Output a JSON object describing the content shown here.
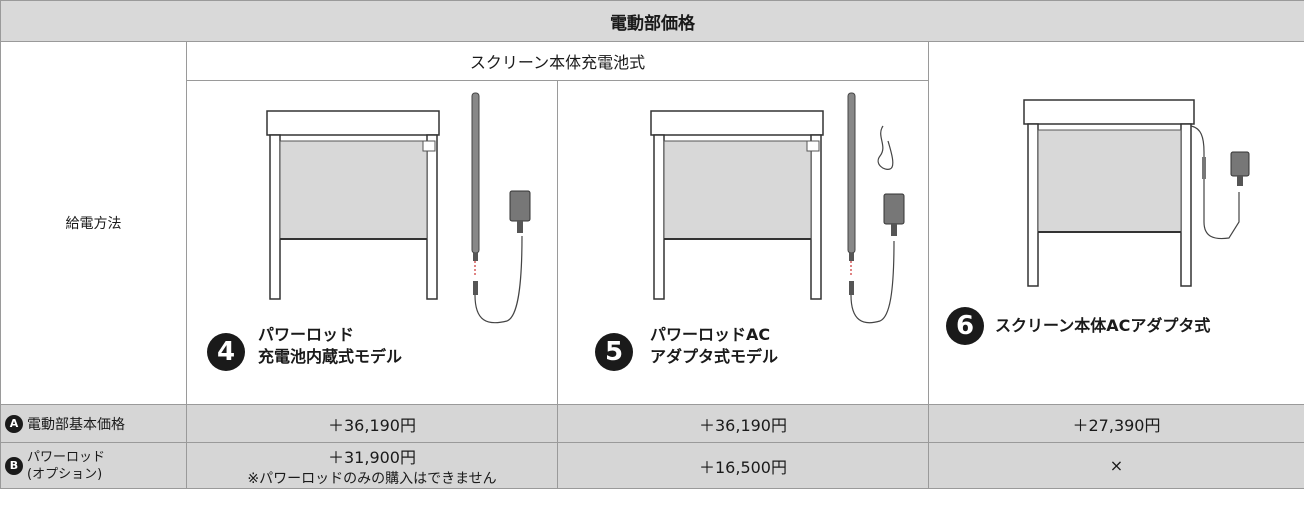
{
  "header": {
    "title": "電動部価格"
  },
  "columns": {
    "battery_group": "スクリーン本体充電池式",
    "power_method": "給電方法"
  },
  "models": [
    {
      "number": "4",
      "title_line1": "パワーロッド",
      "title_line2": "充電池内蔵式モデル"
    },
    {
      "number": "5",
      "title_line1": "パワーロッドAC",
      "title_line2": "アダプタ式モデル"
    },
    {
      "number": "6",
      "title_line1": "スクリーン本体ACアダプタ式",
      "title_line2": ""
    }
  ],
  "rows": {
    "a": {
      "badge": "A",
      "label": "電動部基本価格",
      "prices": [
        "＋36,190円",
        "＋36,190円",
        "＋27,390円"
      ]
    },
    "b": {
      "badge": "B",
      "label_line1": "パワーロッド",
      "label_line2": "(オプション)",
      "prices": [
        "＋31,900円",
        "＋16,500円",
        "×"
      ],
      "note": "※パワーロッドのみの購入はできません"
    }
  }
}
